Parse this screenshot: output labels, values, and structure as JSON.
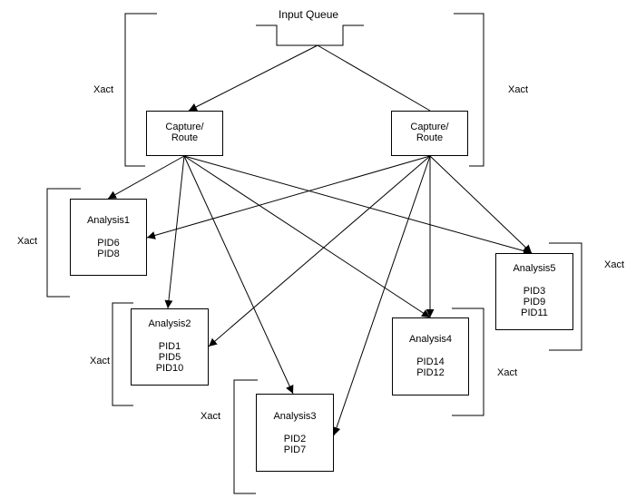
{
  "queue": {
    "label": "Input Queue"
  },
  "capture": [
    {
      "label_l1": "Capture/",
      "label_l2": "Route"
    },
    {
      "label_l1": "Capture/",
      "label_l2": "Route"
    }
  ],
  "analysis": [
    {
      "title": "Analysis1",
      "pids": [
        "PID6",
        "PID8"
      ]
    },
    {
      "title": "Analysis2",
      "pids": [
        "PID1",
        "PID5",
        "PID10"
      ]
    },
    {
      "title": "Analysis3",
      "pids": [
        "PID2",
        "PID7"
      ]
    },
    {
      "title": "Analysis4",
      "pids": [
        "PID14",
        "PID12"
      ]
    },
    {
      "title": "Analysis5",
      "pids": [
        "PID3",
        "PID9",
        "PID11"
      ]
    }
  ],
  "xact_label": "Xact"
}
